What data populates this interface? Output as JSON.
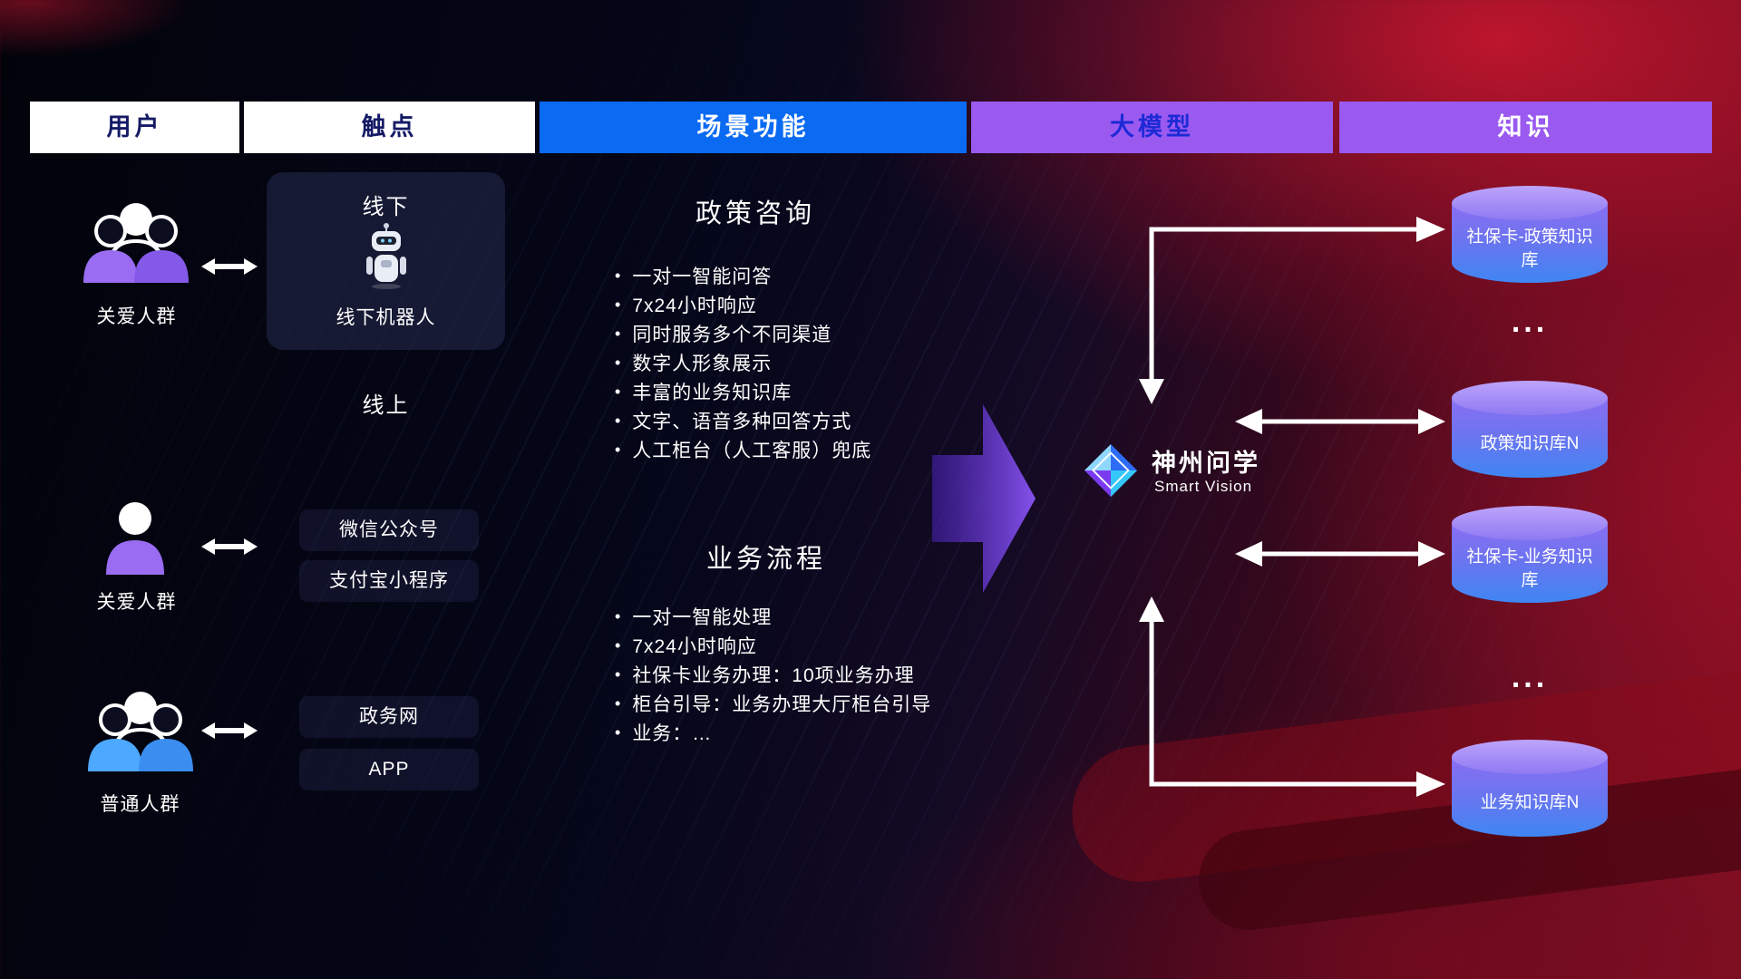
{
  "header": {
    "columns": [
      {
        "label": "用户"
      },
      {
        "label": "触点"
      },
      {
        "label": "场景功能"
      },
      {
        "label": "大模型"
      },
      {
        "label": "知识"
      }
    ]
  },
  "colors": {
    "header_white_bg": "#ffffff",
    "header_blue_bg": "#0a6af2",
    "header_purple_bg": "#9a5af0",
    "header_dark_text": "#151a66",
    "accent_purple": "#9a6cf2",
    "accent_blue": "#4da8ff",
    "db_gradient_top": "#bda4fc",
    "db_gradient_bottom": "#3f86f2"
  },
  "users": [
    {
      "label": "关爱人群",
      "icon": "group-people-purple-icon"
    },
    {
      "label": "关爱人群",
      "icon": "person-purple-icon"
    },
    {
      "label": "普通人群",
      "icon": "group-people-blue-icon"
    }
  ],
  "touchpoints": {
    "offline_title": "线下",
    "offline_robot_label": "线下机器人",
    "robot_icon": "robot-icon",
    "online_title": "线上",
    "items": [
      "微信公众号",
      "支付宝小程序",
      "政务网",
      "APP"
    ]
  },
  "scenes": [
    {
      "title": "政策咨询",
      "bullets": [
        "一对一智能问答",
        "7x24小时响应",
        "同时服务多个不同渠道",
        "数字人形象展示",
        "丰富的业务知识库",
        "文字、语音多种回答方式",
        "人工柜台（人工客服）兜底"
      ]
    },
    {
      "title": "业务流程",
      "bullets": [
        "一对一智能处理",
        "7x24小时响应",
        "社保卡业务办理：10项业务办理",
        "柜台引导：业务办理大厅柜台引导",
        "业务：…"
      ]
    }
  ],
  "model": {
    "name": "神州问学",
    "subtitle": "Smart Vision",
    "icon": "diamond-logo-icon"
  },
  "knowledge": {
    "dots": "...",
    "items": [
      {
        "label": "社保卡-政策知识库"
      },
      {
        "label": "政策知识库N"
      },
      {
        "label": "社保卡-业务知识库"
      },
      {
        "label": "业务知识库N"
      }
    ]
  }
}
